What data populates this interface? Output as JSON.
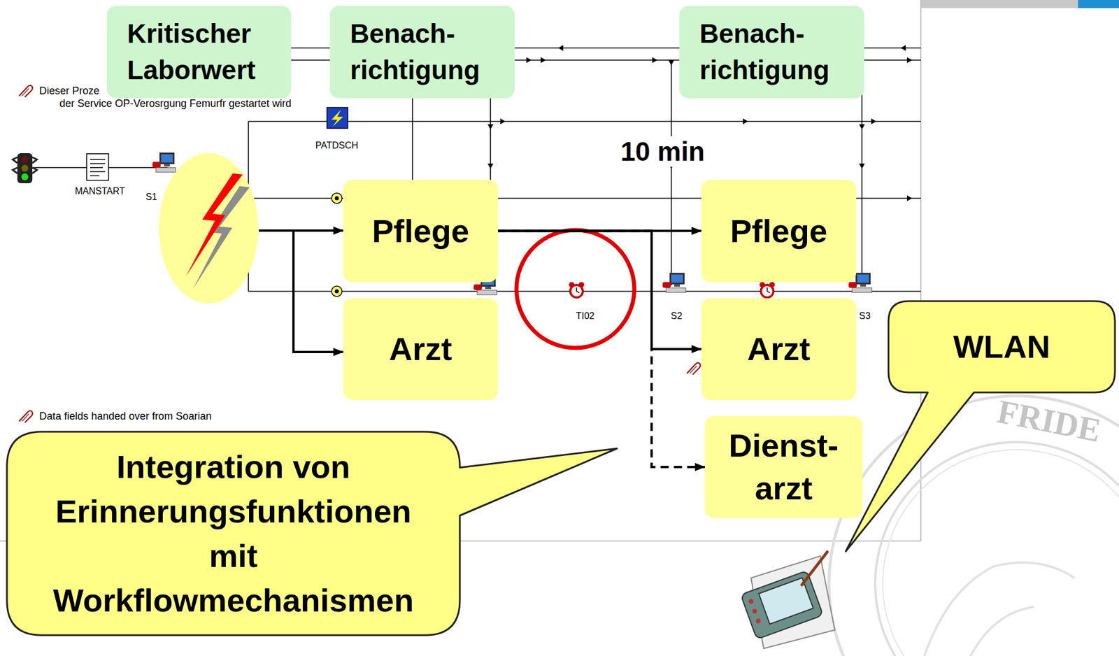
{
  "diagram": {
    "nodes": [
      {
        "text": [
          "Kritischer Laborwert"
        ]
      },
      {
        "text": [
          "Benach- richtigung"
        ]
      },
      {
        "text": [
          "Benach- richtigung"
        ]
      },
      {
        "text": [
          "Pflege"
        ]
      },
      {
        "text": [
          "Pflege"
        ]
      },
      {
        "text": [
          "Arzt"
        ]
      },
      {
        "text": [
          "Arzt"
        ]
      },
      {
        "text": [
          "WLAN"
        ]
      },
      {
        "text": [
          "Dienst- arzt"
        ]
      },
      {
        "text": [
          "Integration von Erinnerungsfunktionen mit Workflowmechanismen"
        ]
      }
    ],
    "edges": [
      {
        "from": 3,
        "to": 4,
        "arrow": "to"
      },
      {
        "from": 3,
        "to": 6,
        "arrow": "to"
      },
      {
        "from": 3,
        "to": 8,
        "arrow": "to"
      }
    ],
    "labels": [
      "Dieser Proze",
      "der Service OP-Verosrgung Femurfr gestartet wird",
      "PATDSCH",
      "MANSTART",
      "S1",
      "10 min",
      "TI02",
      "S2",
      "S3",
      "Data fields handed over from Soarian",
      "FRIDE"
    ]
  }
}
